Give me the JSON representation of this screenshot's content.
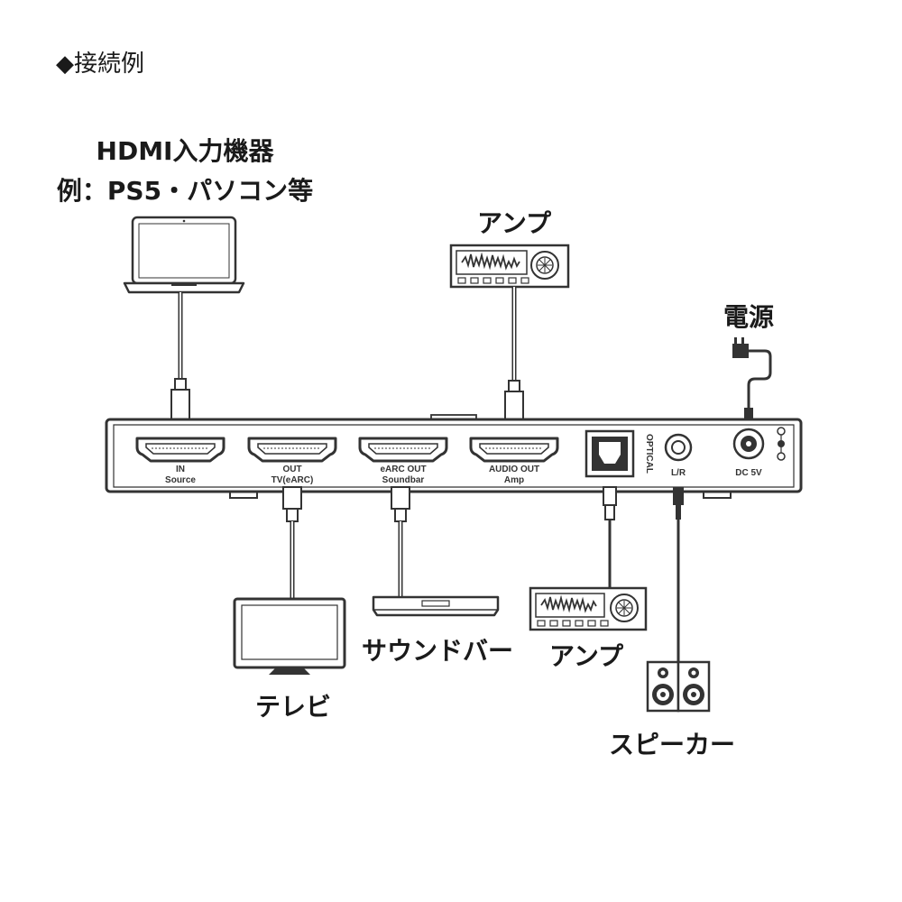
{
  "heading": "◆接続例",
  "labels": {
    "source_line1": "HDMI入力機器",
    "source_line2": "例：PS5・パソコン等",
    "amp_top": "アンプ",
    "power": "電源",
    "tv": "テレビ",
    "soundbar": "サウンドバー",
    "amp_bottom": "アンプ",
    "speaker": "スピーカー"
  },
  "ports": {
    "in_1": "IN",
    "in_2": "Source",
    "out_1": "OUT",
    "out_2": "TV(eARC)",
    "earc_1": "eARC OUT",
    "earc_2": "Soundbar",
    "audio_1": "AUDIO OUT",
    "audio_2": "Amp",
    "optical": "OPTICAL",
    "lr": "L/R",
    "dc": "DC 5V"
  }
}
